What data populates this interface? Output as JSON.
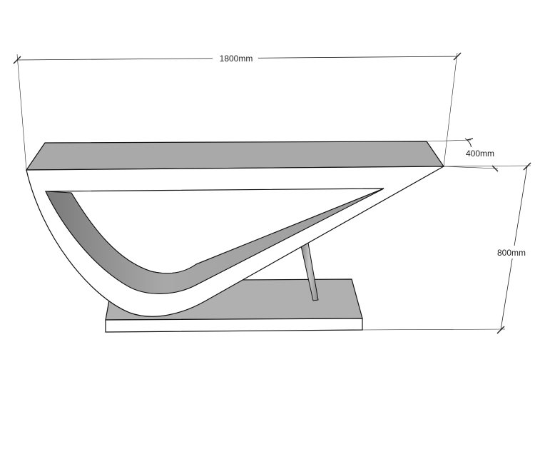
{
  "drawing": {
    "dimensions": {
      "width": "1800mm",
      "depth": "400mm",
      "height": "800mm"
    },
    "colors": {
      "background": "#ffffff",
      "line": "#111111",
      "top_face": "#a9a9a9",
      "front_face": "#ffffff",
      "inner_shade": "#8f8f8f",
      "base_face": "#b0b0b0",
      "post": "#9a9a9a"
    }
  }
}
